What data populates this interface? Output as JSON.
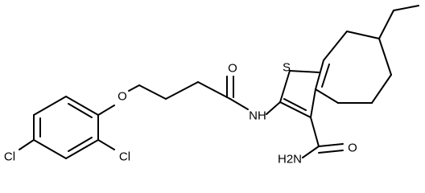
{
  "molecule": {
    "atoms": {
      "sulfur": "S",
      "ether_oxygen": "O",
      "carbonyl_oxygen": "O",
      "amide_oxygen": "O",
      "amide_nh": "NH",
      "primary_amine": "H2N",
      "chlorine_para": "Cl",
      "chlorine_ortho": "Cl"
    }
  }
}
